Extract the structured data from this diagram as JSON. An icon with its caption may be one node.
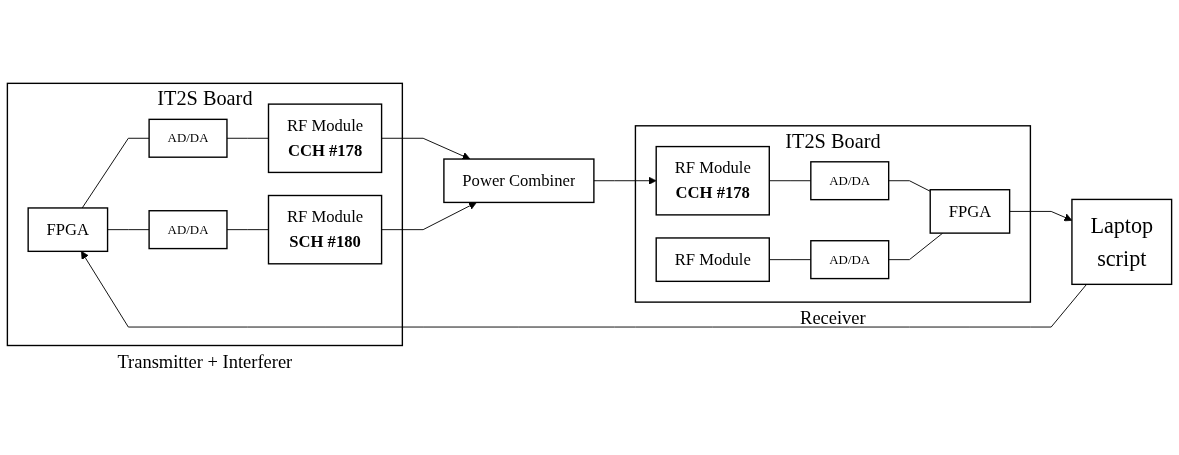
{
  "diagram": {
    "nodes": [
      {
        "text": [
          "IT2S Board"
        ],
        "beside": [
          "Transmitter + Interferer"
        ]
      },
      {
        "text": [
          "FPGA"
        ],
        "in": 0
      },
      {
        "text": [
          "AD/DA"
        ],
        "in": 0
      },
      {
        "text": [
          "RF Module",
          "CCH #178"
        ],
        "in": 0
      },
      {
        "text": [
          "AD/DA"
        ],
        "in": 0
      },
      {
        "text": [
          "RF Module",
          "SCH #180"
        ],
        "in": 0
      },
      {
        "text": [
          "Power Combiner"
        ]
      },
      {
        "text": [
          "IT2S Board"
        ],
        "beside": [
          "Receiver"
        ]
      },
      {
        "text": [
          "RF Module",
          "CCH #178"
        ],
        "in": 7
      },
      {
        "text": [
          "AD/DA"
        ],
        "in": 7
      },
      {
        "text": [
          "FPGA"
        ],
        "in": 7
      },
      {
        "text": [
          "RF Module"
        ],
        "in": 7
      },
      {
        "text": [
          "AD/DA"
        ],
        "in": 7
      },
      {
        "text": [
          "Laptop",
          "script"
        ]
      }
    ],
    "edges": [
      {
        "from": 1,
        "to": 2,
        "arrow": "none"
      },
      {
        "from": 2,
        "to": 3,
        "arrow": "none"
      },
      {
        "from": 1,
        "to": 4,
        "arrow": "none"
      },
      {
        "from": 4,
        "to": 5,
        "arrow": "none"
      },
      {
        "from": 3,
        "to": 6,
        "arrow": "to"
      },
      {
        "from": 5,
        "to": 6,
        "arrow": "to"
      },
      {
        "from": 6,
        "to": 8,
        "arrow": "to"
      },
      {
        "from": 8,
        "to": 9,
        "arrow": "none"
      },
      {
        "from": 9,
        "to": 10,
        "arrow": "none"
      },
      {
        "from": 11,
        "to": 12,
        "arrow": "none"
      },
      {
        "from": 12,
        "to": 10,
        "arrow": "none"
      },
      {
        "from": 10,
        "to": 13,
        "arrow": "to"
      },
      {
        "from": 13,
        "to": 1,
        "arrow": "to"
      }
    ]
  }
}
